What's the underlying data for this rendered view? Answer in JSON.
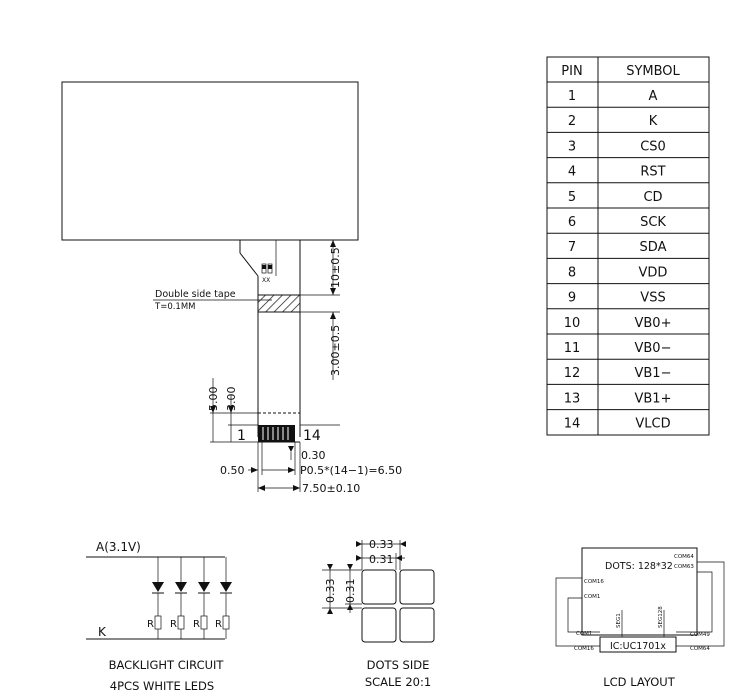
{
  "pin_table": {
    "headers": [
      "PIN",
      "SYMBOL"
    ],
    "rows": [
      [
        "1",
        "A"
      ],
      [
        "2",
        "K"
      ],
      [
        "3",
        "CS0"
      ],
      [
        "4",
        "RST"
      ],
      [
        "5",
        "CD"
      ],
      [
        "6",
        "SCK"
      ],
      [
        "7",
        "SDA"
      ],
      [
        "8",
        "VDD"
      ],
      [
        "9",
        "VSS"
      ],
      [
        "10",
        "VB0+"
      ],
      [
        "11",
        "VB0−"
      ],
      [
        "12",
        "VB1−"
      ],
      [
        "13",
        "VB1+"
      ],
      [
        "14",
        "VLCD"
      ]
    ]
  },
  "module": {
    "tape_label_1": "Double side tape",
    "tape_label_2": "T=0.1MM",
    "dim_10": "10±0.5",
    "dim_3": "3.00±0.5",
    "dim_5": "5.00",
    "dim_3b": "3.00",
    "pin_first": "1",
    "pin_last": "14",
    "dim_030": "0.30",
    "dim_050": "0.50",
    "dim_pitch": "P0.5*(14−1)=6.50",
    "dim_width": "7.50±0.10",
    "mark": "XX"
  },
  "backlight": {
    "label_a": "A(3.1V)",
    "label_k": "K",
    "resistor_label": "R",
    "title_1": "BACKLIGHT  CIRCUIT",
    "title_2": "4PCS  WHITE  LEDS"
  },
  "dots": {
    "dim_033_top": "0.33",
    "dim_031_top": "0.31",
    "dim_033_side": "0.33",
    "dim_031_side": "0.31",
    "title_1": "DOTS  SIDE",
    "title_2": "SCALE  20:1"
  },
  "lcd_layout": {
    "dots_label": "DOTS: 128*32",
    "com16": "COM16",
    "com1_a": "COM1",
    "com64": "COM64",
    "com63": "COM63",
    "seg1": "SEG1",
    "seg128": "SEG128",
    "com1_b": "COM1",
    "com16_b": "COM16",
    "com49": "COM49",
    "com64_b": "COM64",
    "ic_label": "IC:UC1701x",
    "title": "LCD  LAYOUT"
  }
}
